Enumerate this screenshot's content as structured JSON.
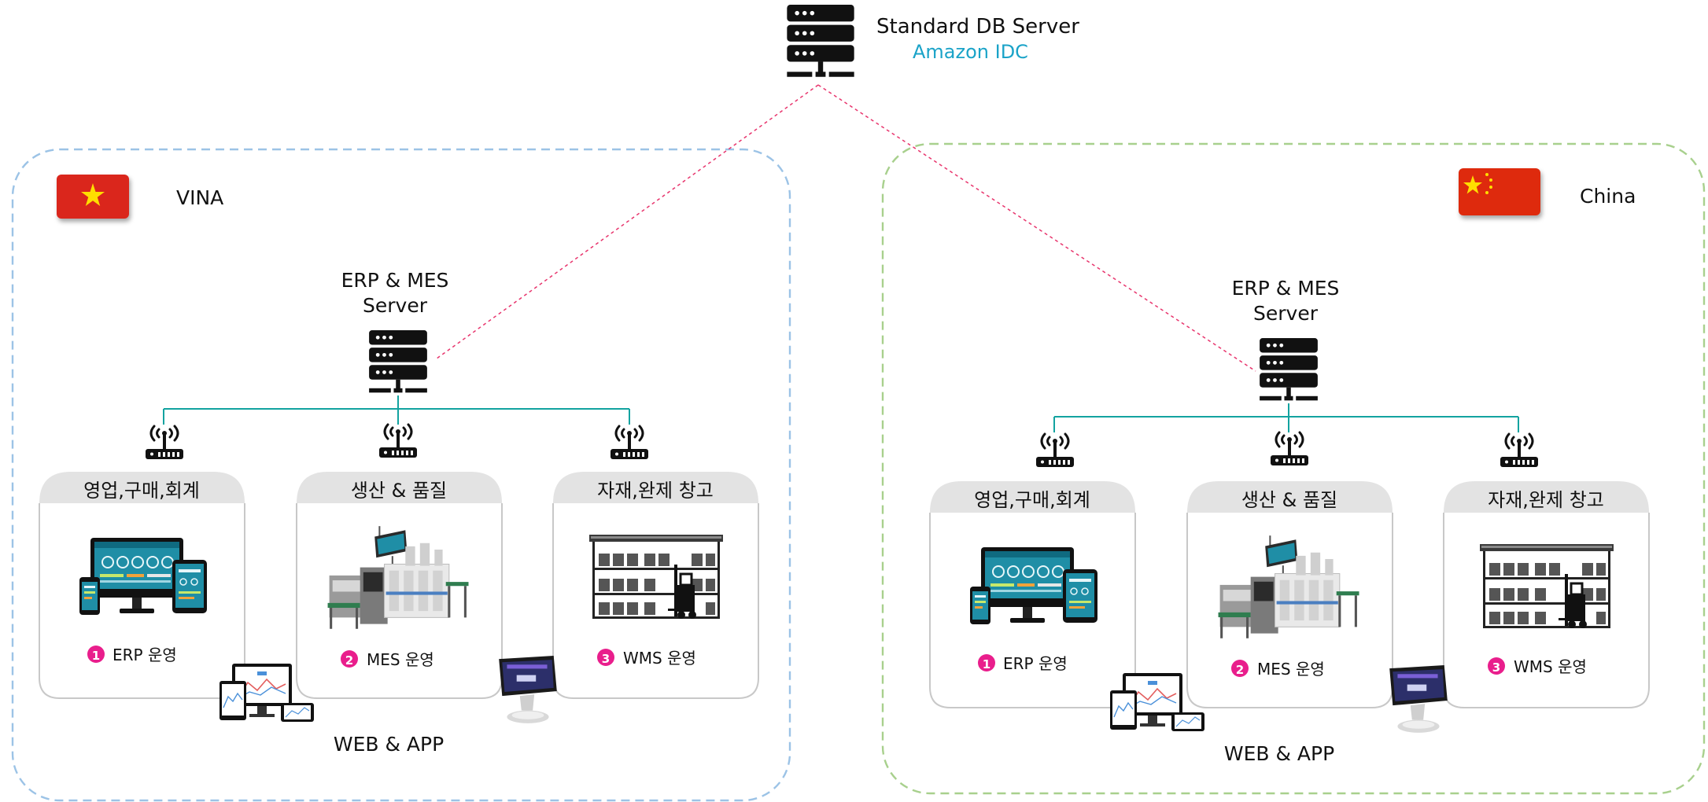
{
  "db_server": {
    "title": "Standard DB Server",
    "subtitle": "Amazon IDC",
    "subtitle_color": "#1aa3c8"
  },
  "colors": {
    "vina_border": "#9cc3e6",
    "china_border": "#a8d08d",
    "link_line": "#e8356d",
    "network_line": "#13a3a0",
    "badge": "#e91e8c",
    "card_header": "#e3e3e3",
    "card_border": "#c8c8c8"
  },
  "regions": [
    {
      "name": "VINA",
      "flag": "vietnam-flag-icon",
      "server_label_line1": "ERP & MES",
      "server_label_line2": "Server",
      "footer": "WEB & APP",
      "cards": [
        {
          "header": "영업,구매,회계",
          "badge": "1",
          "label": "ERP 운영",
          "icon": "devices-dashboard-icon"
        },
        {
          "header": "생산 & 품질",
          "badge": "2",
          "label": "MES 운영",
          "icon": "production-line-icon"
        },
        {
          "header": "자재,완제 창고",
          "badge": "3",
          "label": "WMS 운영",
          "icon": "warehouse-forklift-icon"
        }
      ]
    },
    {
      "name": "China",
      "flag": "china-flag-icon",
      "server_label_line1": "ERP & MES",
      "server_label_line2": "Server",
      "footer": "WEB & APP",
      "cards": [
        {
          "header": "영업,구매,회계",
          "badge": "1",
          "label": "ERP 운영",
          "icon": "devices-dashboard-icon"
        },
        {
          "header": "생산 & 품질",
          "badge": "2",
          "label": "MES 운영",
          "icon": "production-line-icon"
        },
        {
          "header": "자재,완제 창고",
          "badge": "3",
          "label": "WMS 운영",
          "icon": "warehouse-forklift-icon"
        }
      ]
    }
  ]
}
